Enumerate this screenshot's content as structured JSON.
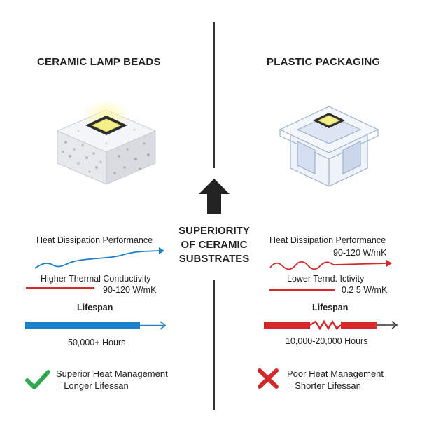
{
  "left": {
    "title": "CERAMIC LAMP BEADS",
    "heat_dissipation_label": "Heat Dissipation Performance",
    "conductivity_label": "Higher Thermal Conductivity",
    "conductivity_value": "90-120 W/mK",
    "lifespan_label": "Lifespan",
    "lifespan_value": "50,000+ Hours",
    "verdict_line1": "Superior Heat Management",
    "verdict_line2": "= Longer Lifessan"
  },
  "right": {
    "title": "PLASTIC PACKAGING",
    "heat_dissipation_label": "Heat Dissipation Performance",
    "heat_value": "90-120 W/mK",
    "conductivity_label": "Lower Ternd. Ictivity",
    "conductivity_value": "0.2 5 W/mK",
    "lifespan_label": "Lifespan",
    "lifespan_value": "10,000-20,000 Hours",
    "verdict_line1": "Poor Heat Management",
    "verdict_line2": "= Shorter Lifessan"
  },
  "center": {
    "line1": "SUPERIORITY",
    "line2": "OF CERAMIC",
    "line3": "SUBSTRATES"
  },
  "colors": {
    "ceramic_accent": "#1f7fc4",
    "plastic_accent": "#d62828",
    "check": "#2fa84f",
    "cross": "#d62828"
  }
}
